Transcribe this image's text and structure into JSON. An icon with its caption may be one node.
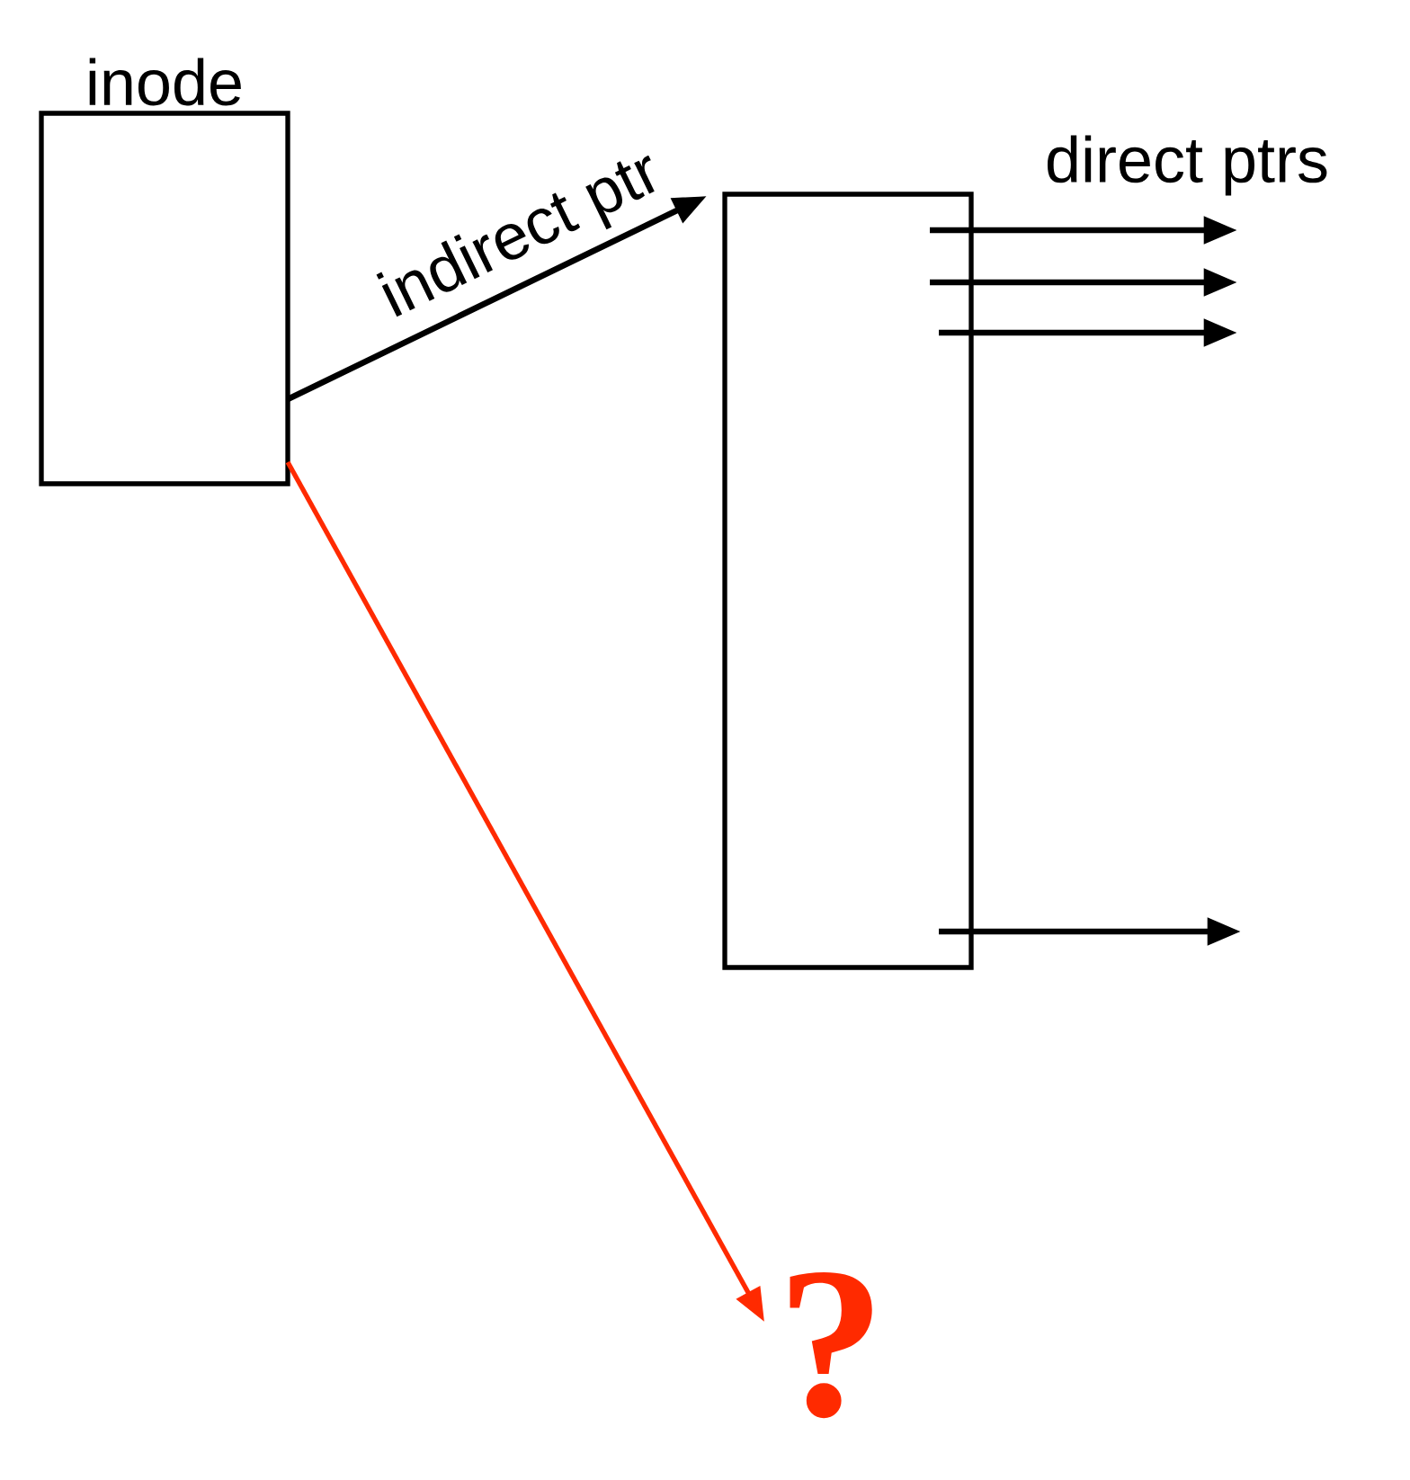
{
  "diagram": {
    "nodes": [
      {
        "text": [
          "inode"
        ]
      },
      {
        "text": [],
        "shape": "box"
      },
      {
        "text": [
          "?"
        ]
      }
    ],
    "edges": [
      {
        "from": 0,
        "to": 1,
        "arrow": "to",
        "label": "indirect ptr"
      },
      {
        "from": 0,
        "to": 2,
        "arrow": "to",
        "color": "#ff2a00"
      },
      {
        "from": 1,
        "to": null,
        "arrow": "to"
      },
      {
        "from": 1,
        "to": null,
        "arrow": "to"
      },
      {
        "from": 1,
        "to": null,
        "arrow": "to"
      },
      {
        "from": 1,
        "to": null,
        "arrow": "to"
      }
    ],
    "labels": [
      "direct ptrs"
    ]
  }
}
